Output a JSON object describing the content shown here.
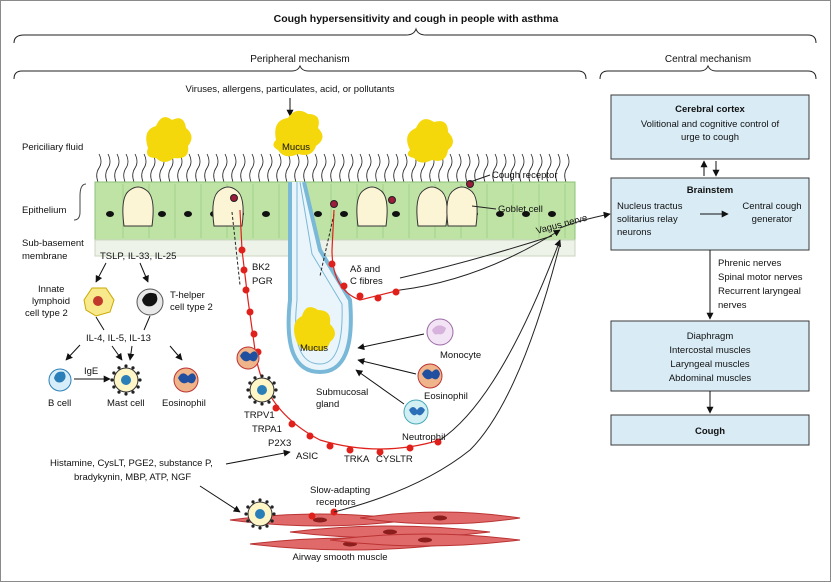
{
  "title": "Cough hypersensitivity and cough in people with asthma",
  "sections": {
    "peripheral": "Peripheral mechanism",
    "central": "Central mechanism"
  },
  "triggers": "Viruses, allergens, particulates, acid, or pollutants",
  "left_labels": {
    "periciliary": "Periciliary fluid",
    "epithelium": "Epithelium",
    "sub_basement_1": "Sub-basement",
    "sub_basement_2": "membrane"
  },
  "cytokines": "TSLP, IL-33, IL-25",
  "ilc2": [
    "Innate",
    "lymphoid",
    "cell type 2"
  ],
  "th2": [
    "T-helper",
    "cell type 2"
  ],
  "il_ilc": "IL-4, IL-5, IL-13",
  "ige": "IgE",
  "cells_bottom": {
    "bcell": "B cell",
    "mast": "Mast cell",
    "eos": "Eosinophil"
  },
  "mucus_top": "Mucus",
  "mucus_gland": "Mucus",
  "gland": [
    "Submucosal",
    "gland"
  ],
  "cough_receptor": "Cough receptor",
  "goblet_cell": "Goblet cell",
  "vagus": "Vagus nerve",
  "fibres": [
    "Aδ and",
    "C fibres"
  ],
  "receptors_upper": [
    "BK2",
    "PGR"
  ],
  "receptors_lower": [
    "TRPV1",
    "TRPA1",
    "P2X3",
    "ASIC",
    "TRKA",
    "CYSLTR"
  ],
  "monocyte": "Monocyte",
  "eosinophil_right": "Eosinophil",
  "neutrophil": "Neutrophil",
  "mediators": [
    "Histamine, CysLT, PGE2, substance P,",
    "bradykynin, MBP, ATP, NGF"
  ],
  "slow_adapting": [
    "Slow-adapting",
    "receptors"
  ],
  "smooth_muscle": "Airway smooth muscle",
  "central": {
    "cortex_title": "Cerebral cortex",
    "cortex_text": [
      "Volitional and cognitive control of",
      "urge to cough"
    ],
    "brainstem_title": "Brainstem",
    "brainstem_left": [
      "Nucleus tractus",
      "solitarius relay",
      "neurons"
    ],
    "brainstem_right": [
      "Central cough",
      "generator"
    ],
    "nerves": [
      "Phrenic nerves",
      "Spinal motor nerves",
      "Recurrent laryngeal",
      "nerves"
    ],
    "muscles": [
      "Diaphragm",
      "Intercostal muscles",
      "Laryngeal muscles",
      "Abdominal muscles"
    ],
    "cough": "Cough"
  },
  "colors": {
    "box_fill": "#d9ecf6",
    "mucus": "#f4d80c",
    "epithelium": "#bfe3a5",
    "nerve_dot": "#e0201b",
    "gland_wall": "#7ab8d8",
    "smooth_muscle": "#e06a6a"
  }
}
